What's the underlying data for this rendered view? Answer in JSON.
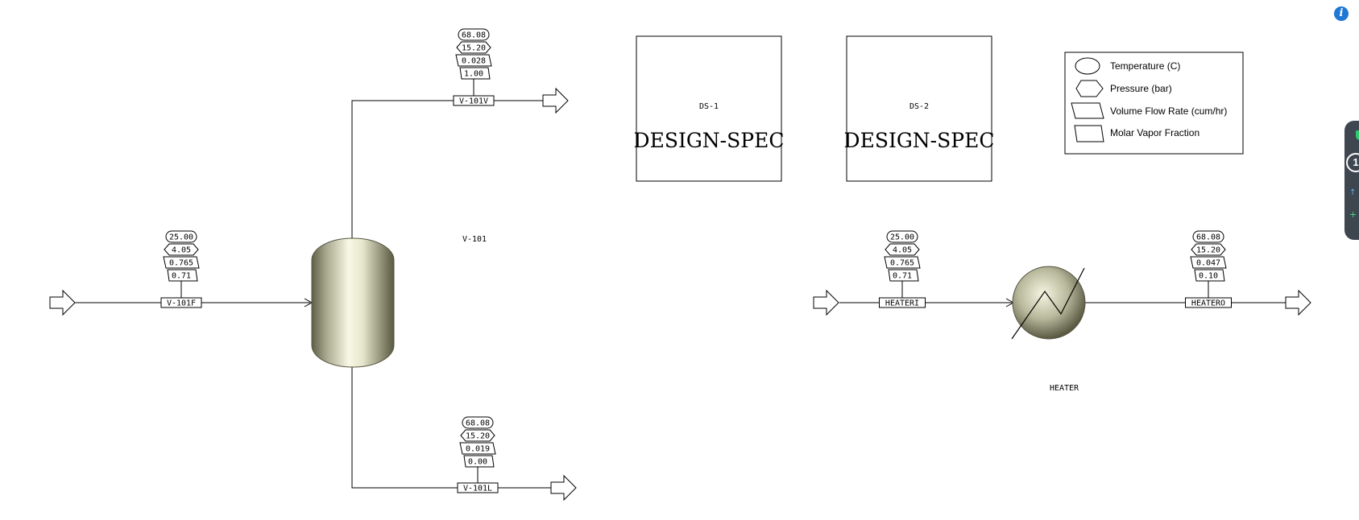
{
  "blocks": {
    "flash": {
      "label": "V-101"
    },
    "heater": {
      "label": "HEATER"
    },
    "ds1": {
      "id": "DS-1",
      "title": "DESIGN-SPEC"
    },
    "ds2": {
      "id": "DS-2",
      "title": "DESIGN-SPEC"
    }
  },
  "streams": {
    "v101f": {
      "name": "V-101F",
      "temperature": "25.00",
      "pressure": "4.05",
      "volume_flow": "0.765",
      "vapor_fraction": "0.71"
    },
    "v101v": {
      "name": "V-101V",
      "temperature": "68.08",
      "pressure": "15.20",
      "volume_flow": "0.028",
      "vapor_fraction": "1.00"
    },
    "v101l": {
      "name": "V-101L",
      "temperature": "68.08",
      "pressure": "15.20",
      "volume_flow": "0.019",
      "vapor_fraction": "0.00"
    },
    "heateri": {
      "name": "HEATERI",
      "temperature": "25.00",
      "pressure": "4.05",
      "volume_flow": "0.765",
      "vapor_fraction": "0.71"
    },
    "heatero": {
      "name": "HEATERO",
      "temperature": "68.08",
      "pressure": "15.20",
      "volume_flow": "0.047",
      "vapor_fraction": "0.10"
    }
  },
  "legend": {
    "temperature": "Temperature (C)",
    "pressure": "Pressure (bar)",
    "volume_flow": "Volume Flow Rate (cum/hr)",
    "vapor_fraction": "Molar Vapor Fraction"
  },
  "overlay": {
    "info": "i",
    "badge": "1"
  },
  "colors": {
    "line": "#000000",
    "vessel_light": "#f6f6e0",
    "vessel_dark": "#66664e",
    "info": "#1e78d4",
    "panel": "#3e4650"
  }
}
